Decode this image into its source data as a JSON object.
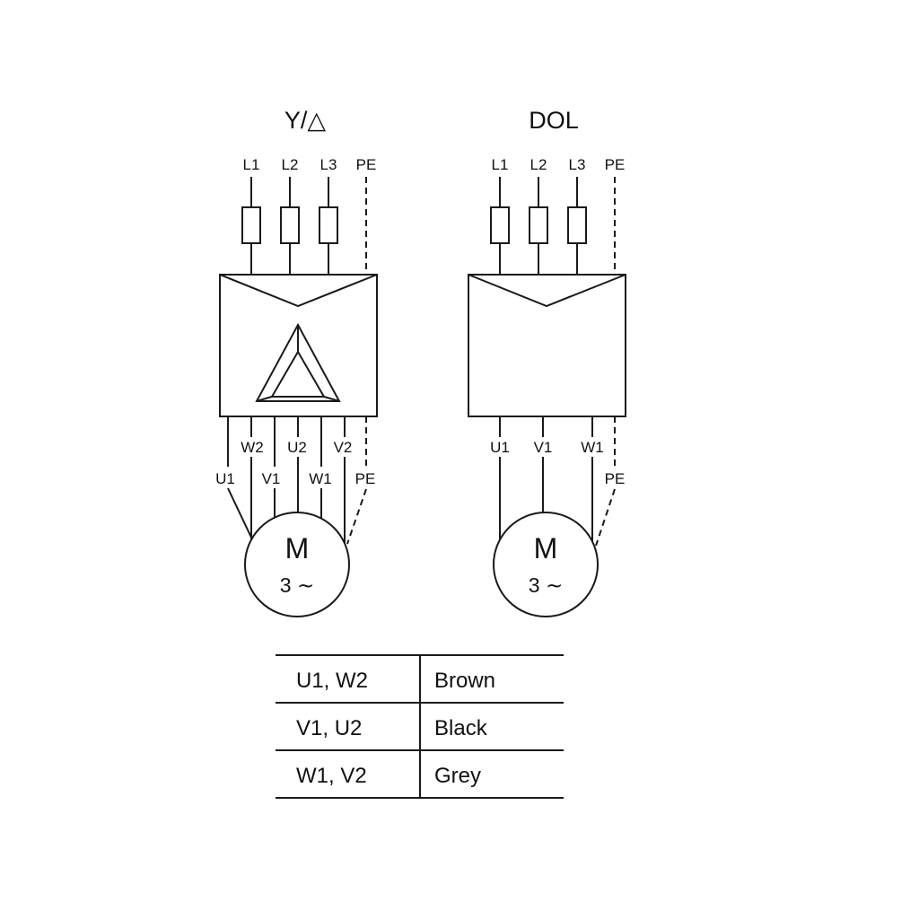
{
  "star_delta": {
    "title": "Y/△",
    "terminals": [
      "L1",
      "L2",
      "L3",
      "PE"
    ],
    "winding_labels_upper": [
      "W2",
      "U2",
      "V2"
    ],
    "winding_labels_lower": [
      "U1",
      "V1",
      "W1"
    ],
    "pe_label": "PE",
    "motor": {
      "symbol": "M",
      "phase": "3 ∼"
    }
  },
  "dol": {
    "title": "DOL",
    "terminals": [
      "L1",
      "L2",
      "L3",
      "PE"
    ],
    "winding_labels": [
      "U1",
      "V1",
      "W1"
    ],
    "pe_label": "PE",
    "motor": {
      "symbol": "M",
      "phase": "3 ∼"
    }
  },
  "wire_color_table": {
    "rows": [
      {
        "terminals": "U1, W2",
        "color": "Brown"
      },
      {
        "terminals": "V1, U2",
        "color": "Black"
      },
      {
        "terminals": "W1, V2",
        "color": "Grey"
      }
    ]
  },
  "colors": {
    "ink": "#1a1a1a",
    "background": "#ffffff"
  }
}
